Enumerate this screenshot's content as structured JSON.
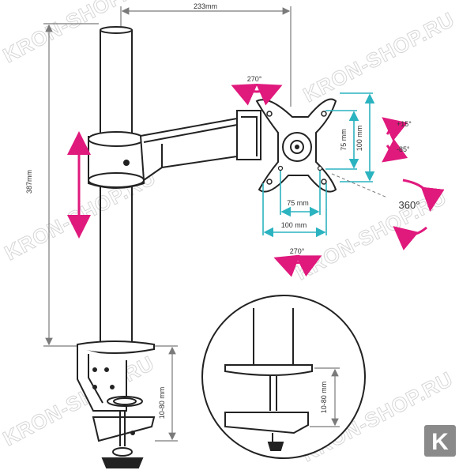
{
  "dimensions": {
    "arm_reach": "233mm",
    "pole_height": "387mm",
    "vesa_small_h": "75 mm",
    "vesa_large_h": "100 mm",
    "vesa_small_v": "75 mm",
    "vesa_large_v": "100 mm",
    "clamp_range": "10-80 mm",
    "clamp_range_detail": "10-80 mm"
  },
  "rotations": {
    "swivel_top": "270°",
    "swivel_bottom": "270°",
    "tilt_up": "+15°",
    "tilt_down": "-85°",
    "rotate": "360°"
  },
  "watermark": {
    "text": "KRON-SHOP.RU"
  },
  "logo": {
    "letter": "K"
  },
  "colors": {
    "line": "#222222",
    "dimension": "#7a7a7a",
    "cyan": "#2bb3c0",
    "magenta": "#e0197d",
    "watermark": "#d6d6d6",
    "logo_bg": "#8a8a8a"
  }
}
